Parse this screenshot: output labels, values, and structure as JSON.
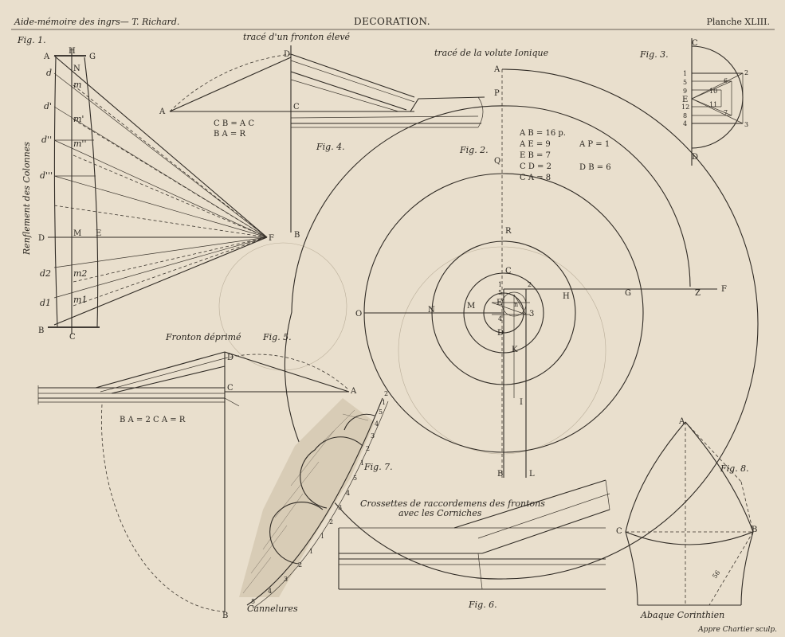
{
  "header": {
    "left": "Aide-mémoire des ingrs— T. Richard.",
    "center": "DECORATION.",
    "right": "Planche XLIII."
  },
  "footer": {
    "engraver": "Appre Chartier sculp."
  },
  "fig1": {
    "label": "Fig. 1.",
    "title": "Renflement des Colonnes",
    "points": [
      "A",
      "H",
      "G",
      "N",
      "d",
      "m",
      "d'",
      "m'",
      "d''",
      "m''",
      "d'''",
      "D",
      "M",
      "E",
      "F",
      "d2",
      "m2",
      "d1",
      "m1",
      "B",
      "C"
    ]
  },
  "fig4": {
    "label": "Fig. 4.",
    "title": "tracé d'un fronton élevé",
    "formula1": "C B = A C",
    "formula2": "B A = R",
    "points": [
      "A",
      "D",
      "C",
      "B"
    ]
  },
  "fig2": {
    "label": "Fig. 2.",
    "title": "tracé de la volute Ionique",
    "formulas": [
      "A B = 16 p.",
      "A E = 9",
      "E B = 7",
      "C D = 2",
      "C A = 8",
      "A P = 1",
      "D B = 6"
    ],
    "points": [
      "A",
      "P",
      "Q",
      "R",
      "C",
      "1",
      "5",
      "2",
      "E",
      "n",
      "4",
      "3",
      "D",
      "K",
      "I",
      "B",
      "L",
      "O",
      "N",
      "M",
      "H",
      "G",
      "Z",
      "F"
    ]
  },
  "fig3": {
    "label": "Fig. 3.",
    "points": [
      "C",
      "1",
      "2",
      "5",
      "6",
      "9",
      "10",
      "E",
      "12",
      "11",
      "8",
      "7",
      "4",
      "3",
      "D"
    ]
  },
  "fig5": {
    "label": "Fig. 5.",
    "title": "Fronton déprimé",
    "formula": "B A = 2 C A = R",
    "points": [
      "D",
      "C",
      "A",
      "B"
    ]
  },
  "fig7": {
    "label": "Fig. 7.",
    "title": "Cannelures",
    "scale": [
      "5",
      "4",
      "3",
      "2",
      "1",
      "1",
      "2",
      "3",
      "4",
      "5",
      "1",
      "2",
      "3",
      "4",
      "5",
      "1",
      "2"
    ]
  },
  "fig6": {
    "label": "Fig. 6.",
    "title1": "Crossettes de raccordemens des frontons",
    "title2": "avec les Corniches"
  },
  "fig8": {
    "label": "Fig. 8.",
    "title": "Abaque Corinthien",
    "points": [
      "A",
      "C",
      "B",
      "56"
    ]
  }
}
